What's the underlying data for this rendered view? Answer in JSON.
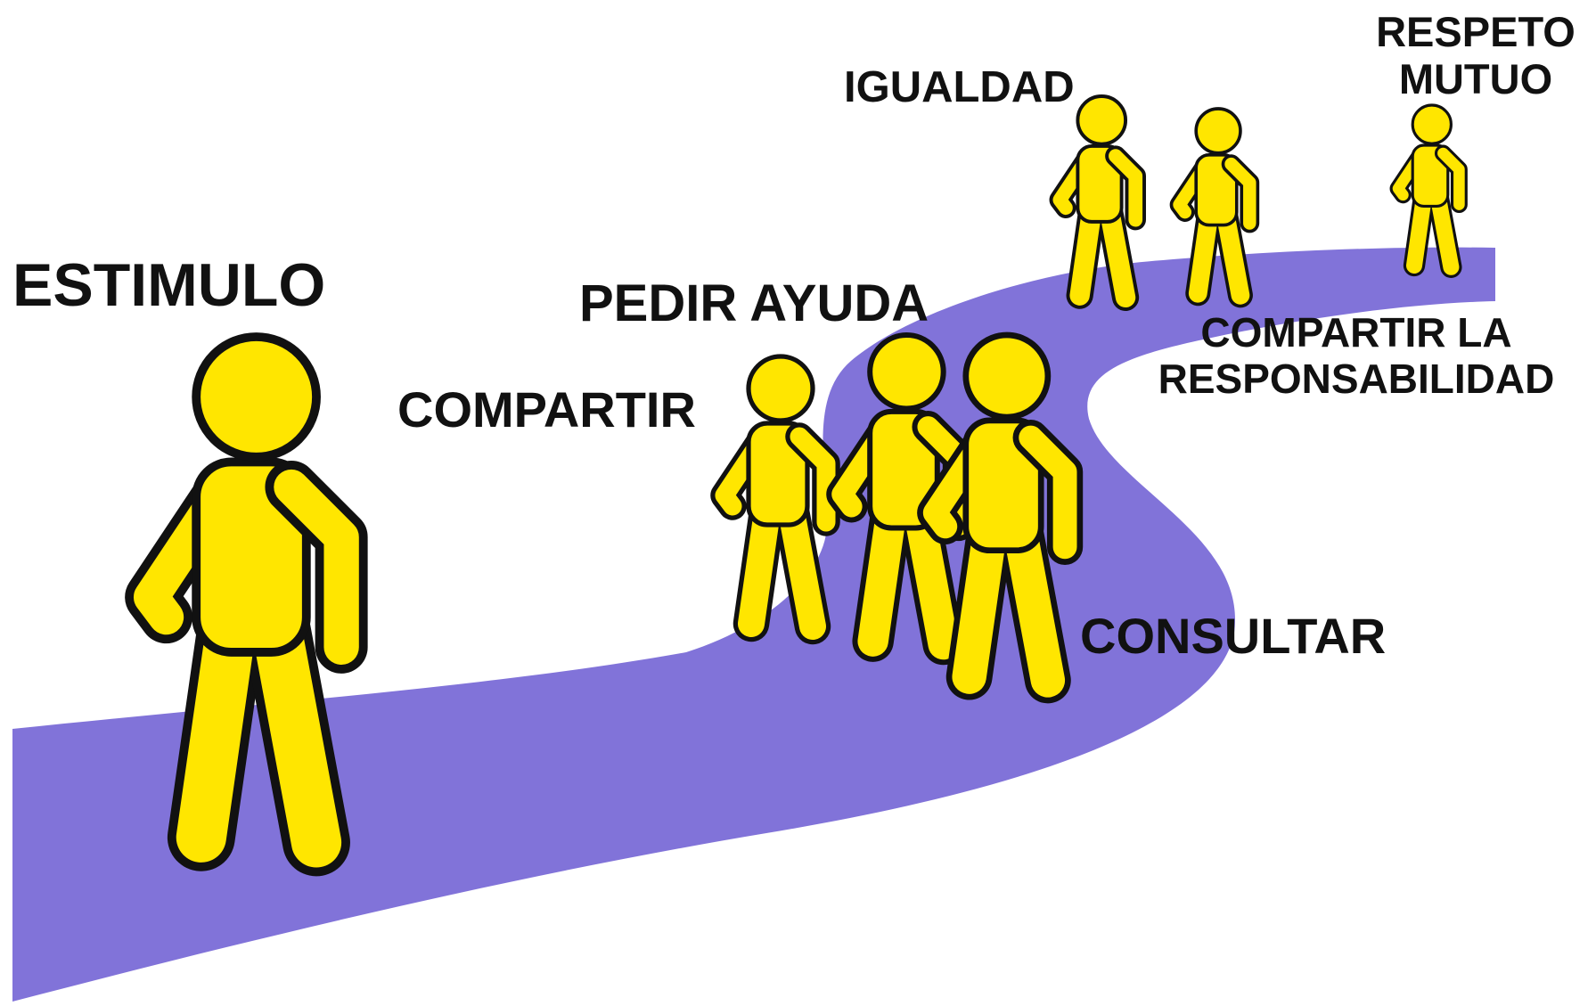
{
  "colors": {
    "path": "#8173d9",
    "figure_fill": "#ffe600",
    "figure_outline": "#111111",
    "text": "#111111",
    "background": "#ffffff"
  },
  "labels": {
    "estimulo": "ESTIMULO",
    "pedir_ayuda": "PEDIR AYUDA",
    "compartir": "COMPARTIR",
    "consultar": "CONSULTAR",
    "igualdad": "IGUALDAD",
    "compartir_responsabilidad_line1": "COMPARTIR LA",
    "compartir_responsabilidad_line2": "RESPONSABILIDAD",
    "respeto_mutuo_line1": "RESPETO",
    "respeto_mutuo_line2": "MUTUO"
  },
  "figures": [
    {
      "name": "figure-estimulo",
      "icon": "walking-person-icon"
    },
    {
      "name": "figure-compartir",
      "icon": "walking-person-icon"
    },
    {
      "name": "figure-pedir-ayuda",
      "icon": "walking-person-icon"
    },
    {
      "name": "figure-consultar",
      "icon": "walking-person-icon"
    },
    {
      "name": "figure-igualdad",
      "icon": "walking-person-icon"
    },
    {
      "name": "figure-compartir-responsabilidad",
      "icon": "walking-person-icon"
    },
    {
      "name": "figure-respeto-mutuo",
      "icon": "walking-person-icon"
    }
  ]
}
